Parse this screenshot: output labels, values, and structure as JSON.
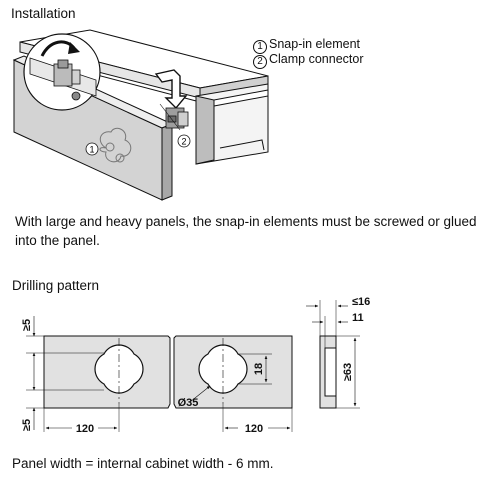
{
  "installation": {
    "title": "Installation",
    "legend": [
      {
        "num": "1",
        "label": "Snap-in element"
      },
      {
        "num": "2",
        "label": "Clamp connector"
      }
    ],
    "callout_1": "1",
    "callout_2": "2"
  },
  "note": "With large and heavy panels, the snap-in elements must be screwed or glued into the panel.",
  "drilling": {
    "title": "Drilling pattern",
    "dim_edge_top": "≥5",
    "dim_edge_bottom": "≥5",
    "dim_left": "120",
    "dim_right": "120",
    "dim_slot_height": "18",
    "dim_diameter": "Ø35",
    "dim_depth_max": "≤16",
    "dim_depth": "11",
    "dim_panel_height": "≥63"
  },
  "footer": "Panel width = internal cabinet width - 6 mm."
}
